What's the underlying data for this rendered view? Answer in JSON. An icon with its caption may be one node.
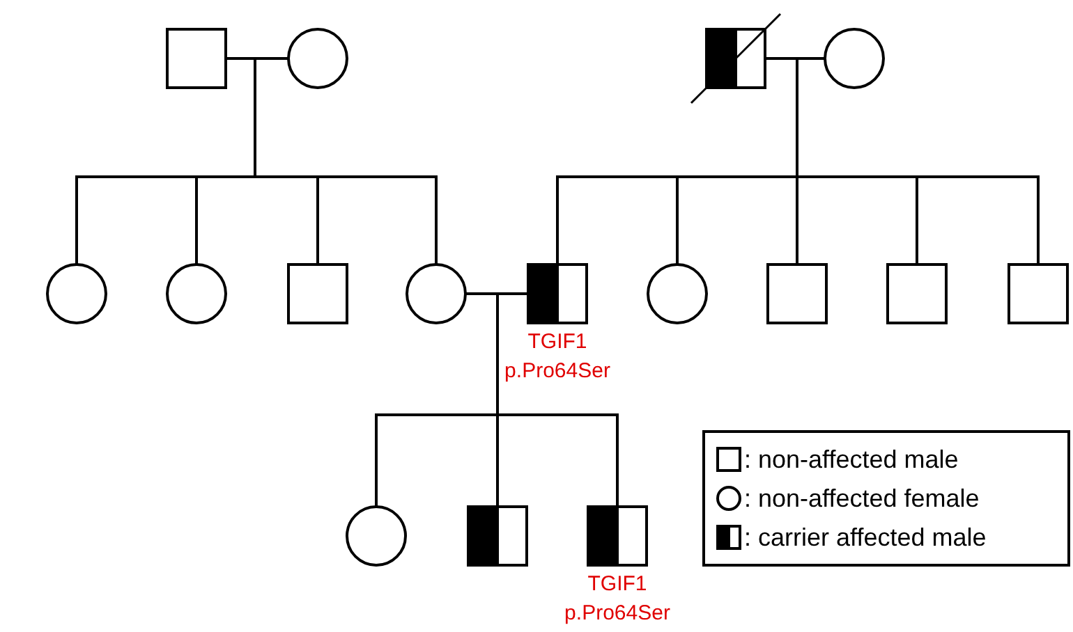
{
  "diagram": {
    "nodes": [
      {
        "text": [],
        "shape": "box"
      },
      {
        "text": [],
        "shape": "circle"
      },
      {
        "text": [],
        "shape": "box"
      },
      {
        "text": [],
        "shape": "circle"
      },
      {
        "text": [],
        "shape": "circle"
      },
      {
        "text": [],
        "shape": "circle"
      },
      {
        "text": [],
        "shape": "box"
      },
      {
        "text": [],
        "shape": "circle"
      },
      {
        "text": [],
        "shape": "box",
        "beside": [
          "TGIF1",
          "p.Pro64Ser"
        ]
      },
      {
        "text": [],
        "shape": "circle"
      },
      {
        "text": [],
        "shape": "box"
      },
      {
        "text": [],
        "shape": "box"
      },
      {
        "text": [],
        "shape": "box"
      },
      {
        "text": [],
        "shape": "circle"
      },
      {
        "text": [],
        "shape": "box"
      },
      {
        "text": [],
        "shape": "box",
        "beside": [
          "TGIF1",
          "p.Pro64Ser"
        ]
      }
    ],
    "edges": [
      {
        "from": 0,
        "to": 1,
        "arrow": "none"
      },
      {
        "from": 2,
        "to": 3,
        "arrow": "none"
      },
      {
        "from": 0,
        "to": 4,
        "arrow": "none"
      },
      {
        "from": 1,
        "to": 4,
        "arrow": "none"
      },
      {
        "from": 0,
        "to": 5,
        "arrow": "none"
      },
      {
        "from": 1,
        "to": 5,
        "arrow": "none"
      },
      {
        "from": 0,
        "to": 6,
        "arrow": "none"
      },
      {
        "from": 1,
        "to": 6,
        "arrow": "none"
      },
      {
        "from": 0,
        "to": 7,
        "arrow": "none"
      },
      {
        "from": 1,
        "to": 7,
        "arrow": "none"
      },
      {
        "from": 2,
        "to": 8,
        "arrow": "none"
      },
      {
        "from": 3,
        "to": 8,
        "arrow": "none"
      },
      {
        "from": 2,
        "to": 9,
        "arrow": "none"
      },
      {
        "from": 3,
        "to": 9,
        "arrow": "none"
      },
      {
        "from": 2,
        "to": 10,
        "arrow": "none"
      },
      {
        "from": 3,
        "to": 10,
        "arrow": "none"
      },
      {
        "from": 2,
        "to": 11,
        "arrow": "none"
      },
      {
        "from": 3,
        "to": 11,
        "arrow": "none"
      },
      {
        "from": 2,
        "to": 12,
        "arrow": "none"
      },
      {
        "from": 3,
        "to": 12,
        "arrow": "none"
      },
      {
        "from": 7,
        "to": 8,
        "arrow": "none"
      },
      {
        "from": 7,
        "to": 13,
        "arrow": "none"
      },
      {
        "from": 8,
        "to": 13,
        "arrow": "none"
      },
      {
        "from": 7,
        "to": 14,
        "arrow": "none"
      },
      {
        "from": 8,
        "to": 14,
        "arrow": "none"
      },
      {
        "from": 7,
        "to": 15,
        "arrow": "none"
      },
      {
        "from": 8,
        "to": 15,
        "arrow": "none"
      }
    ],
    "legend": [
      {
        "text": ": non-affected male"
      },
      {
        "text": ": non-affected female"
      },
      {
        "text": ":  carrier affected male"
      }
    ]
  }
}
